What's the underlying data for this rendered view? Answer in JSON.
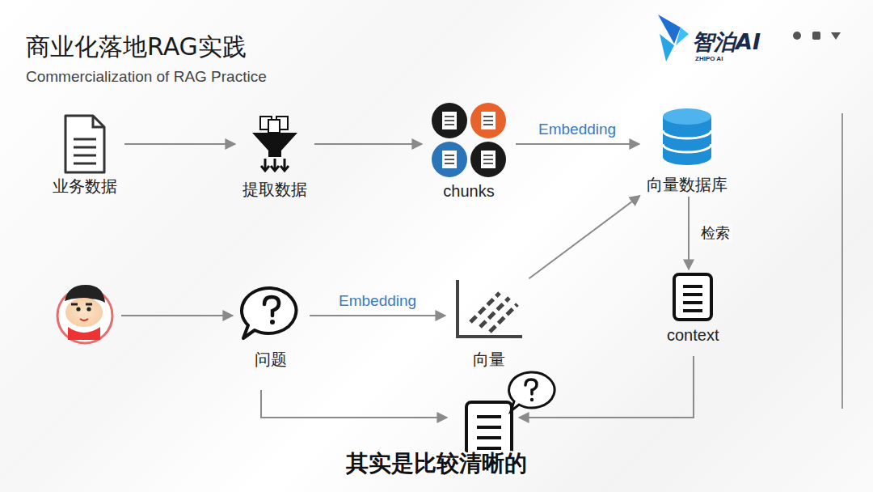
{
  "diagram": {
    "title": "商业化落地RAG实践",
    "nodes": [
      {
        "text": [
          "业务数据"
        ]
      },
      {
        "text": [
          "提取数据"
        ]
      },
      {
        "text": [
          "chunks"
        ]
      },
      {
        "text": [
          "向量数据库"
        ]
      },
      {
        "text": [
          "问题"
        ]
      },
      {
        "text": [
          "向量"
        ]
      },
      {
        "text": [
          "context"
        ]
      }
    ],
    "edges": [
      {
        "from": 0,
        "to": 1,
        "arrow": "to"
      },
      {
        "from": 1,
        "to": 2,
        "arrow": "to"
      },
      {
        "from": 2,
        "to": 3,
        "label": "Embedding",
        "arrow": "to"
      },
      {
        "from": 3,
        "to": 6,
        "label": "检索",
        "arrow": "to"
      },
      {
        "from": 4,
        "to": 5,
        "label": "Embedding",
        "arrow": "to"
      },
      {
        "from": 5,
        "to": 3,
        "arrow": "to"
      }
    ],
    "labels": [
      "Commercialization of RAG Practice",
      "智泊AI",
      "ZHIPO AI",
      "其实是比较清晰的"
    ]
  }
}
